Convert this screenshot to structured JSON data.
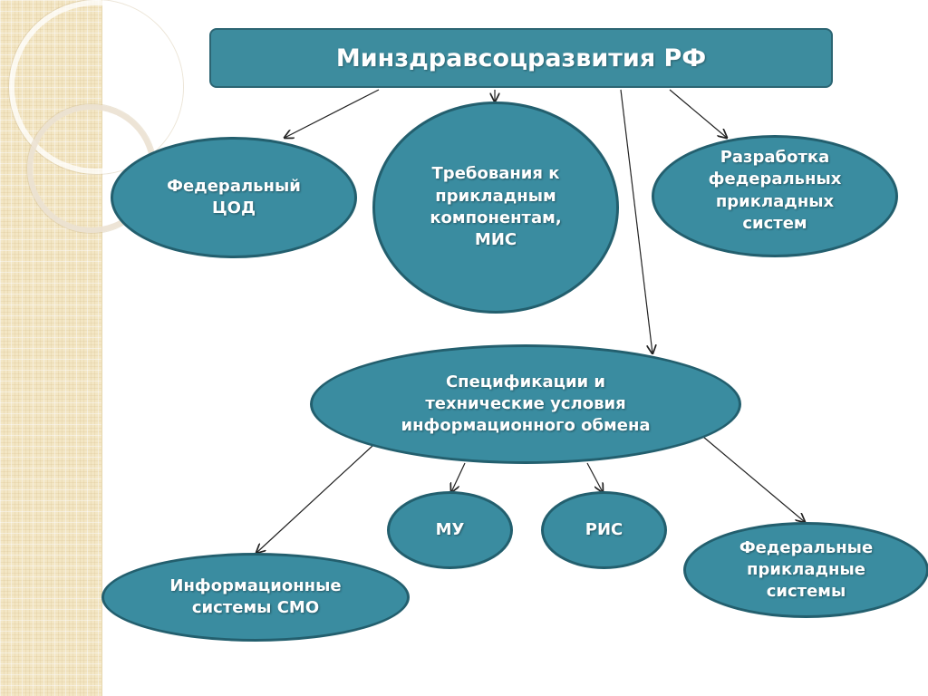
{
  "title": "Минздравсоцразвития РФ",
  "nodes": {
    "fed_cod": "Федеральный\nЦОД",
    "requirements": "Требования к\nприкладным\nкомпонентам,\nМИС",
    "development": "Разработка\nфедеральных\nприкладных\nсистем",
    "specifications": "Спецификации и\nтехнические условия\nинформационного обмена",
    "mu": "МУ",
    "ris": "РИС",
    "fed_apps": "Федеральные\nприкладные\nсистемы",
    "is_smo": "Информационные\nсистемы СМО"
  },
  "colors": {
    "node_fill": "#3a8ca0",
    "node_border": "#235f6e",
    "title_fill": "#3d8c9e",
    "text": "#ffffff",
    "arrow": "#222222"
  }
}
